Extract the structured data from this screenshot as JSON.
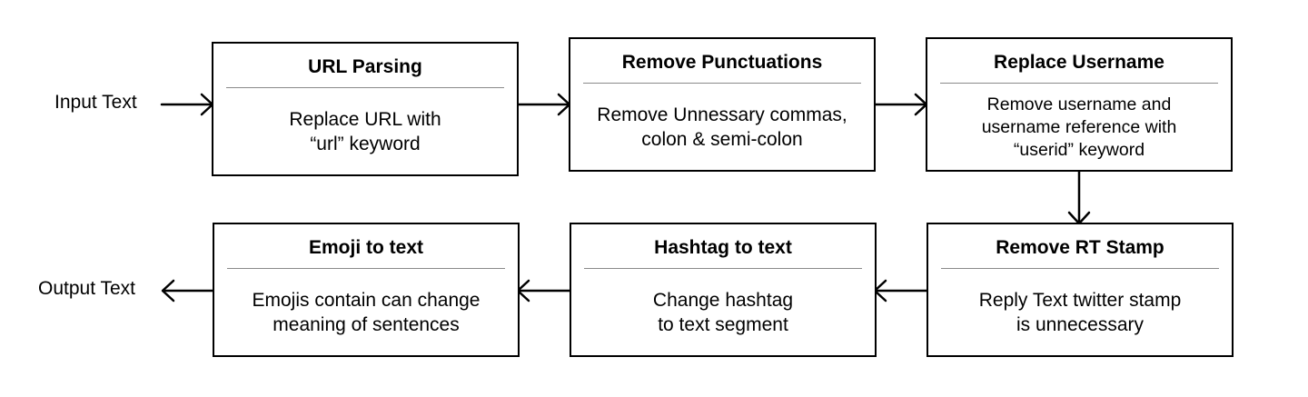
{
  "input_label": "Input Text",
  "output_label": "Output Text",
  "steps": [
    {
      "title": "URL Parsing",
      "lines": [
        "Replace URL with",
        "“url” keyword"
      ]
    },
    {
      "title": "Remove Punctuations",
      "lines": [
        "Remove Unnessary commas,",
        "colon & semi-colon"
      ]
    },
    {
      "title": "Replace Username",
      "lines": [
        "Remove username and",
        "username reference with",
        "“userid” keyword"
      ]
    },
    {
      "title": "Remove RT Stamp",
      "lines": [
        "Reply Text twitter stamp",
        "is unnecessary"
      ]
    },
    {
      "title": "Hashtag to text",
      "lines": [
        "Change hashtag",
        "to text segment"
      ]
    },
    {
      "title": "Emoji to text",
      "lines": [
        "Emojis contain can change",
        "meaning of sentences"
      ]
    }
  ],
  "colors": {
    "stroke": "#000000",
    "divider": "#8a8a8a",
    "background": "#ffffff"
  }
}
